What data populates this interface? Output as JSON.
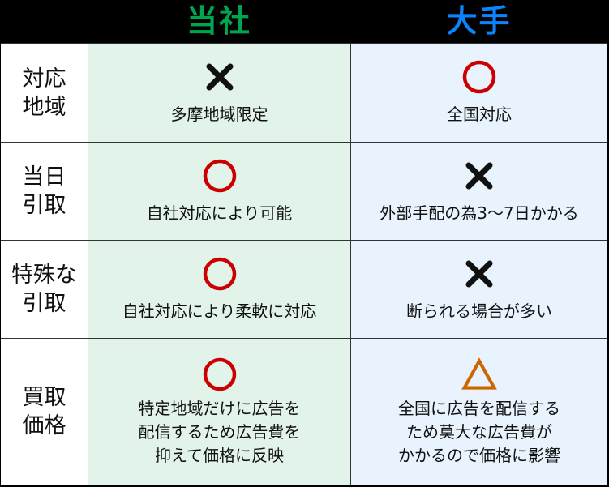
{
  "header": {
    "ours": {
      "label": "当社",
      "color": "#00a550"
    },
    "major": {
      "label": "大手",
      "color": "#0a84ff"
    }
  },
  "colors": {
    "circle": "#cc0000",
    "cross": "#111111",
    "triangle": "#cc6600",
    "ours_bg": "#e2f4ea",
    "major_bg": "#e8f3fd"
  },
  "rows": [
    {
      "label": "対応\n地域",
      "ours": {
        "mark": "cross",
        "text": "多摩地域限定"
      },
      "major": {
        "mark": "circle",
        "text": "全国対応"
      }
    },
    {
      "label": "当日\n引取",
      "ours": {
        "mark": "circle",
        "text": "自社対応により可能"
      },
      "major": {
        "mark": "cross",
        "text": "外部手配の為3〜7日かかる"
      }
    },
    {
      "label": "特殊な\n引取",
      "ours": {
        "mark": "circle",
        "text": "自社対応により柔軟に対応"
      },
      "major": {
        "mark": "cross",
        "text": "断られる場合が多い"
      }
    },
    {
      "label": "買取\n価格",
      "ours": {
        "mark": "circle",
        "text": "特定地域だけに広告を\n配信するため広告費を\n抑えて価格に反映"
      },
      "major": {
        "mark": "triangle",
        "text": "全国に広告を配信する\nため莫大な広告費が\nかかるので価格に影響"
      }
    }
  ]
}
